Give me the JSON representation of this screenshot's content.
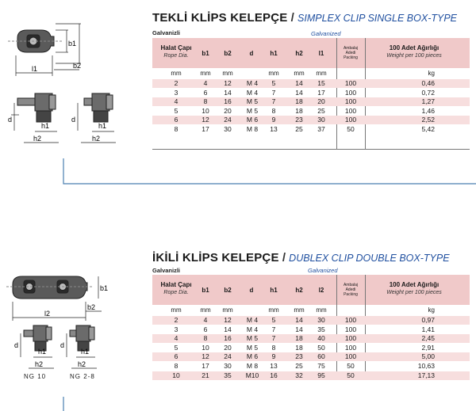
{
  "sections": [
    {
      "id": "single",
      "title_tr": "TEKLİ KLİPS KELEPÇE",
      "separator": "/",
      "title_en": "SIMPLEX CLIP SINGLE BOX-TYPE",
      "finish_tr": "Galvanizli",
      "finish_en": "Galvanized",
      "headers": {
        "rope_tr": "Halat Çapı",
        "rope_en": "Rope Dia.",
        "b1": "b1",
        "b2": "b2",
        "d": "d",
        "h1": "h1",
        "h2": "h2",
        "l": "l1",
        "pack": "Ambalaj Adedi Packing",
        "weight_tr": "100 Adet Ağırlığı",
        "weight_en": "Weight per 100 pieces"
      },
      "units": [
        "mm",
        "mm",
        "mm",
        "",
        "mm",
        "mm",
        "mm",
        "",
        "kg"
      ],
      "rows": [
        [
          "2",
          "4",
          "12",
          "M 4",
          "5",
          "14",
          "15",
          "100",
          "0,46"
        ],
        [
          "3",
          "6",
          "14",
          "M 4",
          "7",
          "14",
          "17",
          "100",
          "0,72"
        ],
        [
          "4",
          "8",
          "16",
          "M 5",
          "7",
          "18",
          "20",
          "100",
          "1,27"
        ],
        [
          "5",
          "10",
          "20",
          "M 5",
          "8",
          "18",
          "25",
          "100",
          "1,46"
        ],
        [
          "6",
          "12",
          "24",
          "M 6",
          "9",
          "23",
          "30",
          "100",
          "2,52"
        ],
        [
          "8",
          "17",
          "30",
          "M 8",
          "13",
          "25",
          "37",
          "50",
          "5,42"
        ]
      ],
      "diagram_labels": {
        "b1": "b1",
        "b2": "b2",
        "l": "l1",
        "d": "d",
        "h1": "h1",
        "h2": "h2"
      }
    },
    {
      "id": "double",
      "title_tr": "İKİLİ KLİPS KELEPÇE",
      "separator": "/",
      "title_en": "DUBLEX CLIP DOUBLE BOX-TYPE",
      "finish_tr": "Galvanizli",
      "finish_en": "Galvanized",
      "headers": {
        "rope_tr": "Halat Çapı",
        "rope_en": "Rope Dia.",
        "b1": "b1",
        "b2": "b2",
        "d": "d",
        "h1": "h1",
        "h2": "h2",
        "l": "l2",
        "pack": "Ambalaj Adedi Packing",
        "weight_tr": "100 Adet Ağırlığı",
        "weight_en": "Weight per 100 pieces"
      },
      "units": [
        "mm",
        "mm",
        "mm",
        "",
        "mm",
        "mm",
        "mm",
        "",
        "kg"
      ],
      "rows": [
        [
          "2",
          "4",
          "12",
          "M 4",
          "5",
          "14",
          "30",
          "100",
          "0,97"
        ],
        [
          "3",
          "6",
          "14",
          "M 4",
          "7",
          "14",
          "35",
          "100",
          "1,41"
        ],
        [
          "4",
          "8",
          "16",
          "M 5",
          "7",
          "18",
          "40",
          "100",
          "2,45"
        ],
        [
          "5",
          "10",
          "20",
          "M 5",
          "8",
          "18",
          "50",
          "100",
          "2,91"
        ],
        [
          "6",
          "12",
          "24",
          "M 6",
          "9",
          "23",
          "60",
          "100",
          "5,00"
        ],
        [
          "8",
          "17",
          "30",
          "M 8",
          "13",
          "25",
          "75",
          "50",
          "10,63"
        ],
        [
          "10",
          "21",
          "35",
          "M10",
          "16",
          "32",
          "95",
          "50",
          "17,13"
        ]
      ],
      "diagram_labels": {
        "b1": "b1",
        "b2": "b2",
        "l": "l2",
        "d": "d",
        "h1": "h1",
        "h2": "h2"
      },
      "ng_labels": [
        "NG 10",
        "NG 2-8"
      ]
    }
  ]
}
